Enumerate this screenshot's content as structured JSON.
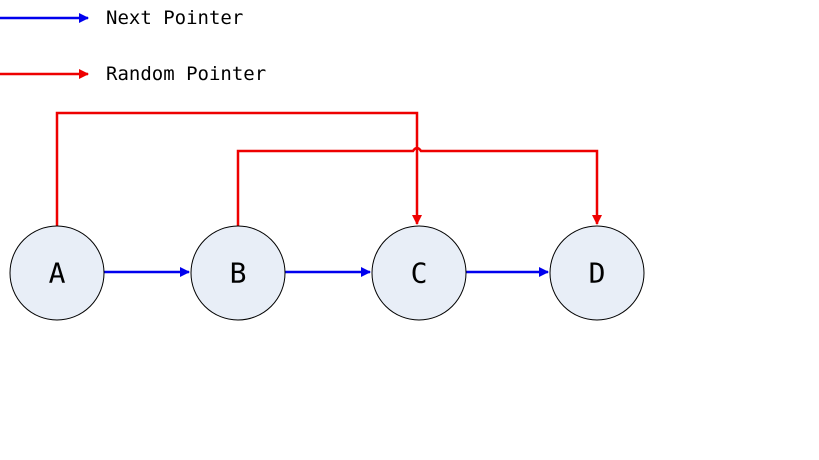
{
  "legend": {
    "next_label": "Next Pointer",
    "random_label": "Random Pointer"
  },
  "colors": {
    "next": "#0000ee",
    "random": "#ee0000",
    "node_fill": "#e8eef7",
    "node_stroke": "#000000"
  },
  "nodes": [
    {
      "label": "A"
    },
    {
      "label": "B"
    },
    {
      "label": "C"
    },
    {
      "label": "D"
    }
  ],
  "next_edges": [
    {
      "from": "A",
      "to": "B"
    },
    {
      "from": "B",
      "to": "C"
    },
    {
      "from": "C",
      "to": "D"
    }
  ],
  "random_edges": [
    {
      "from": "A",
      "to": "C"
    },
    {
      "from": "B",
      "to": "D"
    }
  ]
}
